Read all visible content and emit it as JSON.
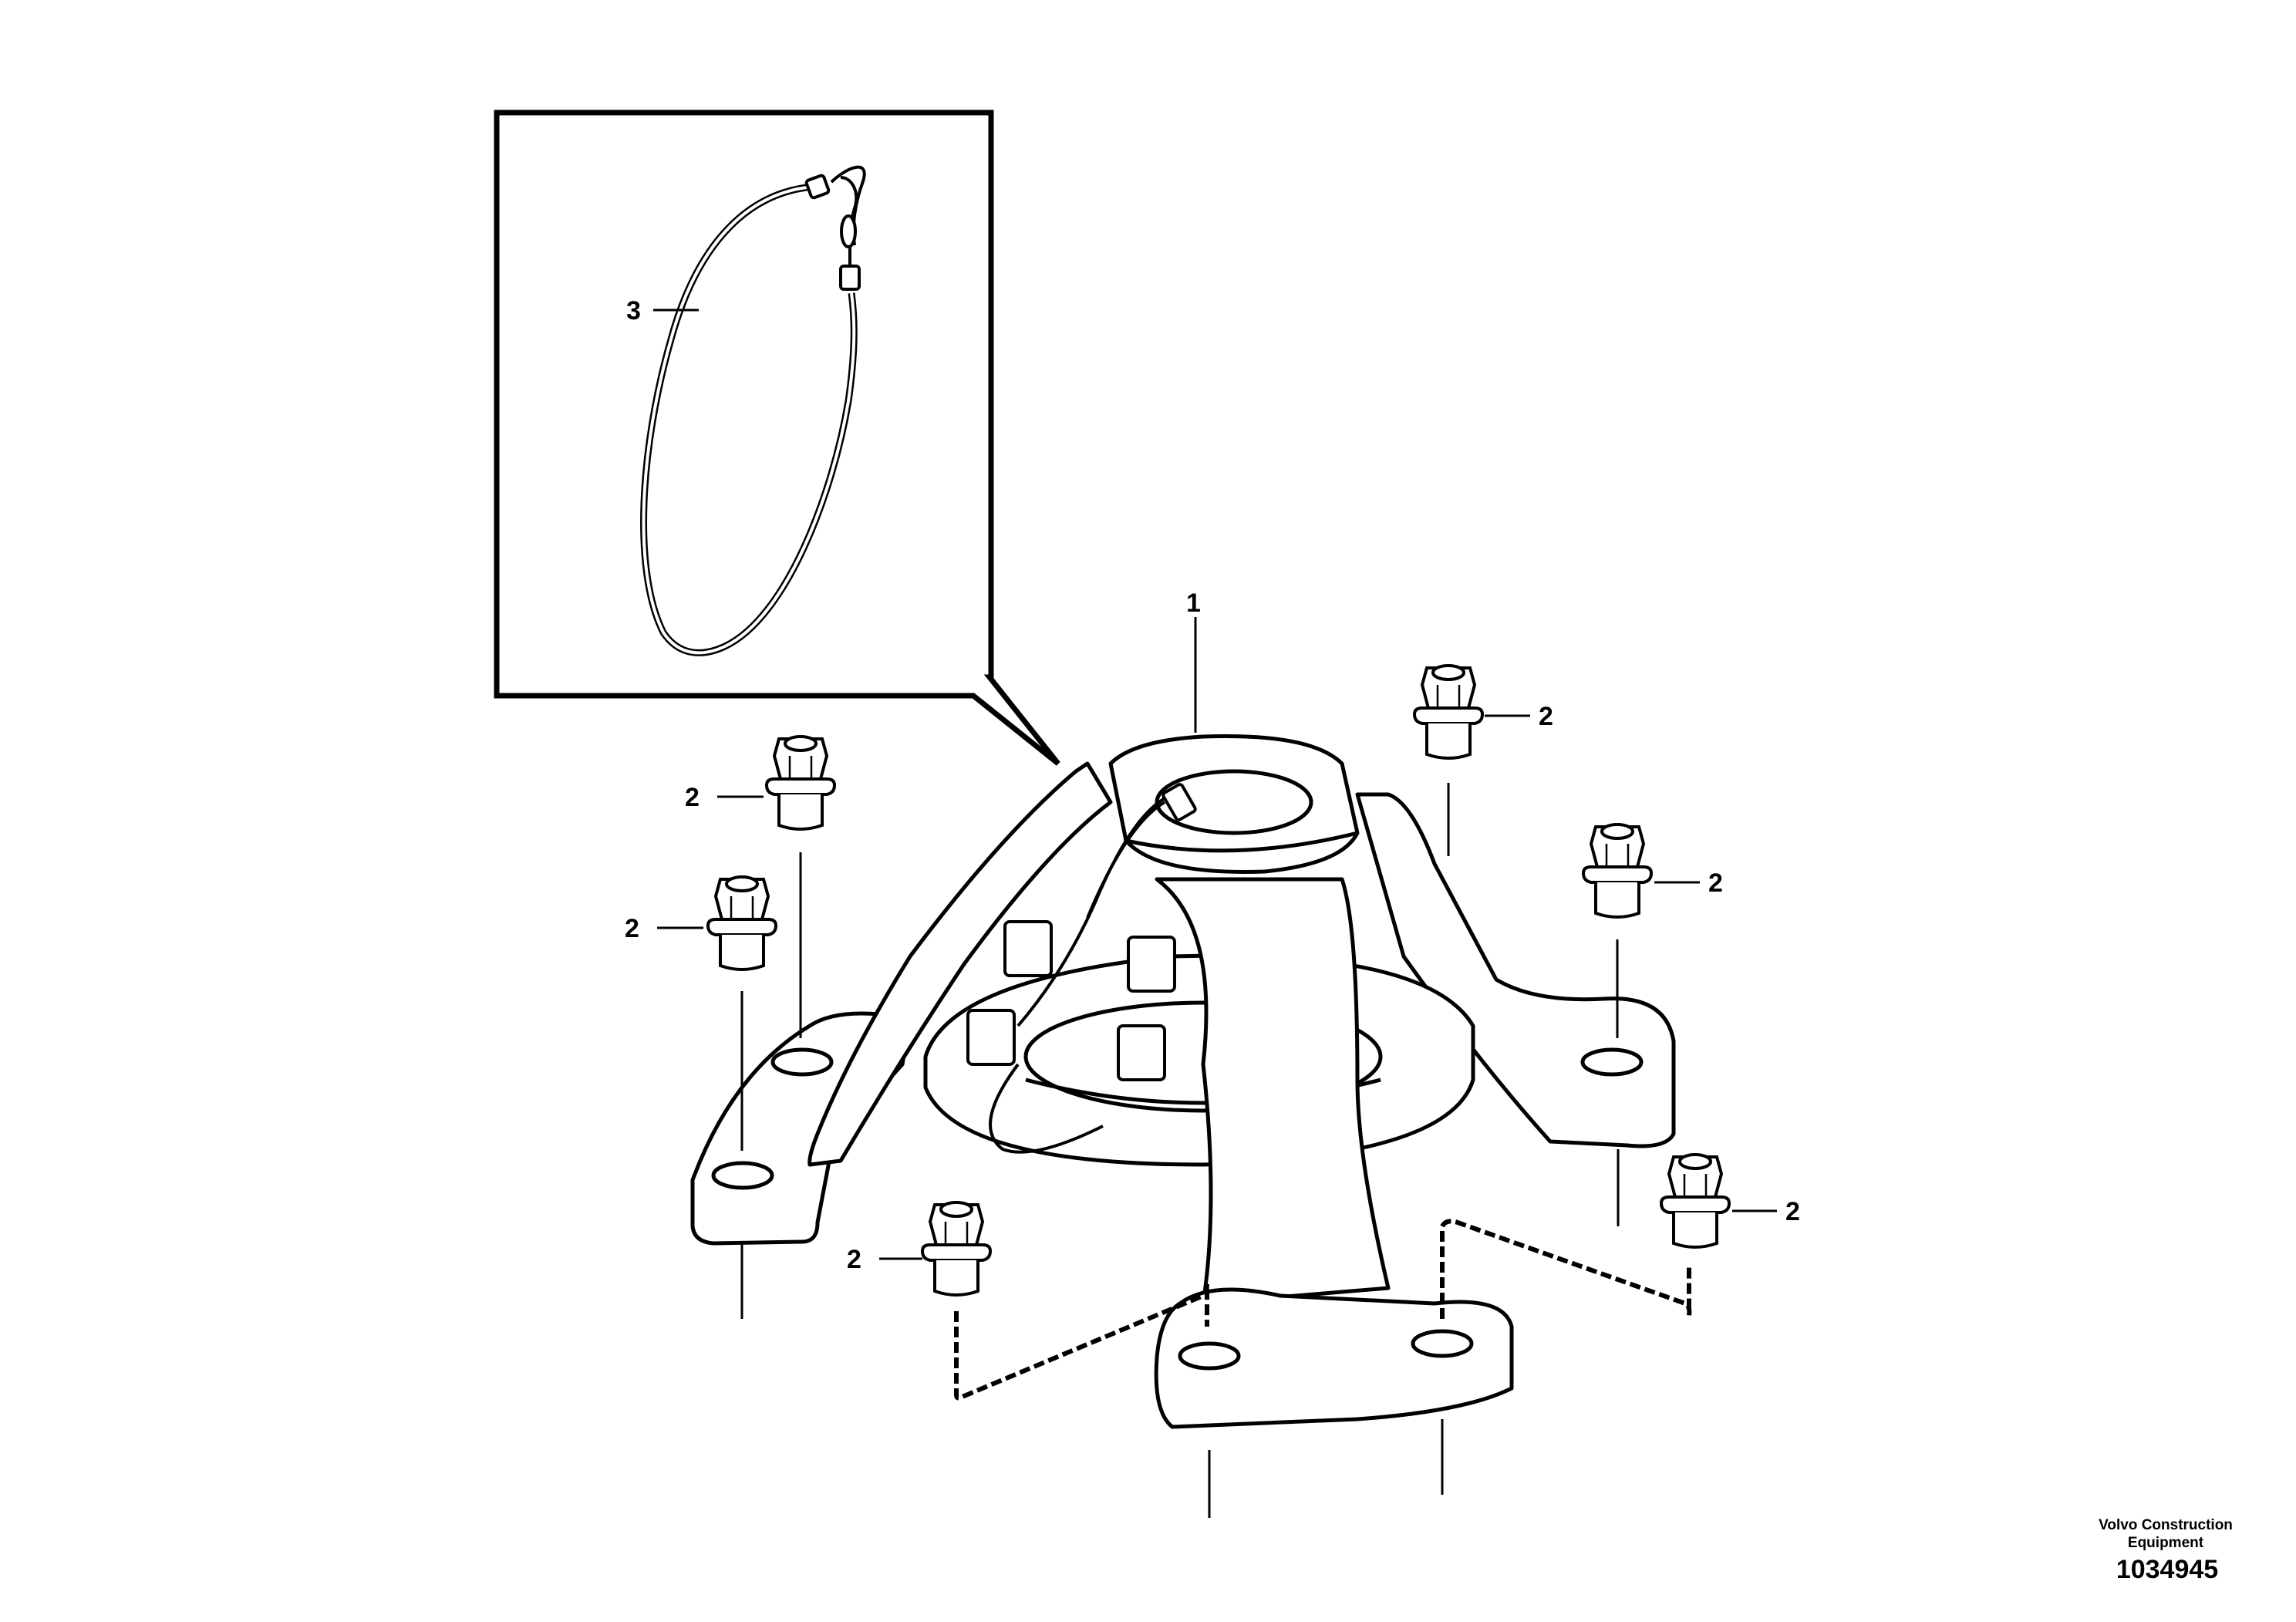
{
  "callouts": {
    "item_1": "1",
    "item_2": "2",
    "item_3": "3"
  },
  "credit": {
    "line1": "Volvo Construction",
    "line2": "Equipment"
  },
  "document_number": "1034945"
}
